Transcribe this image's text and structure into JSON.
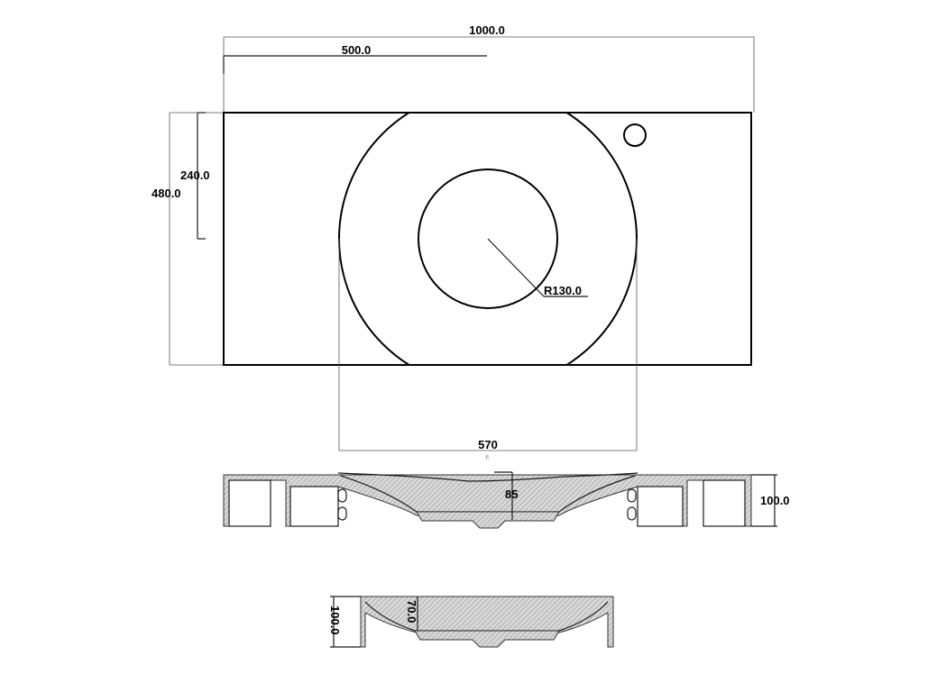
{
  "dimensions": {
    "overall_width": "1000.0",
    "half_width": "500.0",
    "overall_depth": "480.0",
    "half_depth": "240.0",
    "bowl_radius": "R130.0",
    "bowl_width": "570",
    "bowl_depth": "85",
    "front_height": "100.0",
    "side_height": "100.0",
    "side_bowl_depth": "70.0"
  },
  "small_note": "fl",
  "colors": {
    "line": "#000000",
    "hatch": "#888888"
  }
}
